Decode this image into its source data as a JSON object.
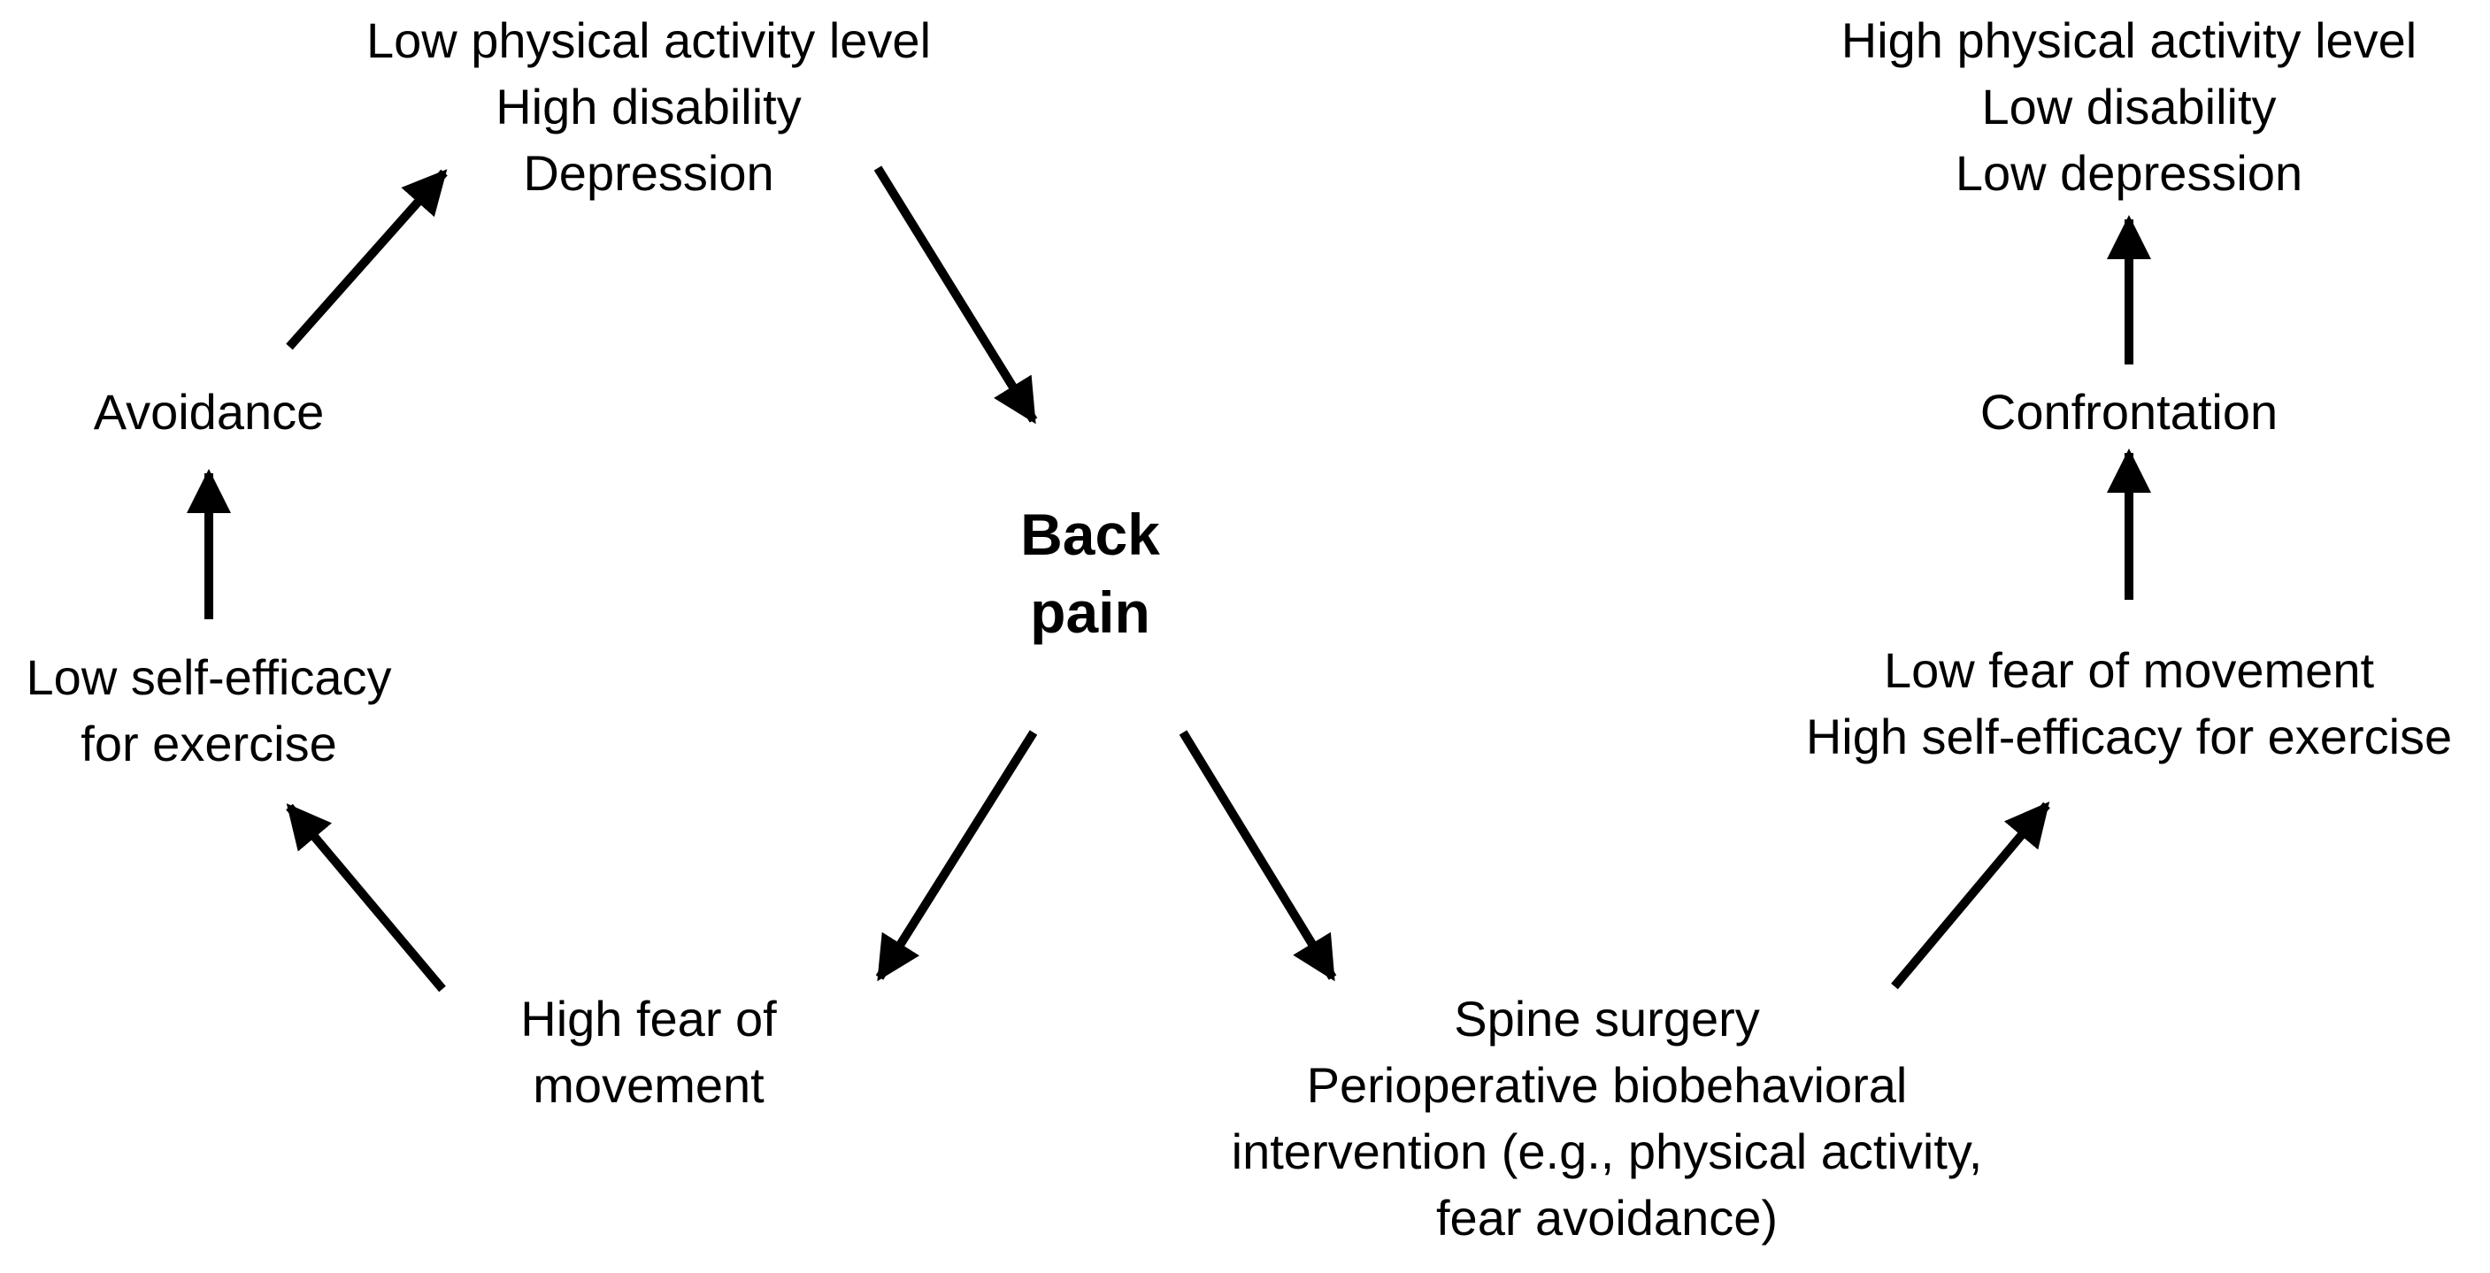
{
  "diagram": {
    "center": {
      "lines": [
        "Back",
        "pain"
      ]
    },
    "nodes": {
      "top_left": {
        "lines": [
          "Low physical activity level",
          "High disability",
          "Depression"
        ]
      },
      "avoidance": {
        "lines": [
          "Avoidance"
        ]
      },
      "low_self_efficacy": {
        "lines": [
          "Low self-efficacy",
          "for exercise"
        ]
      },
      "high_fear": {
        "lines": [
          "High fear of",
          "movement"
        ]
      },
      "spine_surgery": {
        "lines": [
          "Spine surgery",
          "Perioperative biobehavioral",
          "intervention (e.g., physical activity,",
          "fear avoidance)"
        ]
      },
      "low_fear": {
        "lines": [
          "Low fear of movement",
          "High self-efficacy for exercise"
        ]
      },
      "confrontation": {
        "lines": [
          "Confrontation"
        ]
      },
      "top_right": {
        "lines": [
          "High physical activity level",
          "Low disability",
          "Low depression"
        ]
      }
    },
    "arrow_color": "#000000"
  }
}
